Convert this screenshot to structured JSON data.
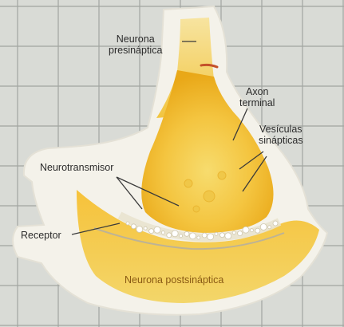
{
  "colors": {
    "paper": "#d9dbd6",
    "grid": "#8f948f",
    "sticker": "#f4f2ea",
    "neuron_light": "#f7dc6e",
    "neuron_mid": "#f2b92a",
    "neuron_deep": "#e39a14",
    "ink": "#2b2b2b",
    "postsynaptic_text": "#8a5a14"
  },
  "labels": {
    "presynaptic": [
      "Neurona",
      "presináptica"
    ],
    "axon_terminal": [
      "Axon",
      "terminal"
    ],
    "vesicles": [
      "Vesículas",
      "sinápticas"
    ],
    "neurotransmitter": "Neurotransmisor",
    "receptor": "Receptor",
    "postsynaptic": "Neurona postsináptica"
  }
}
